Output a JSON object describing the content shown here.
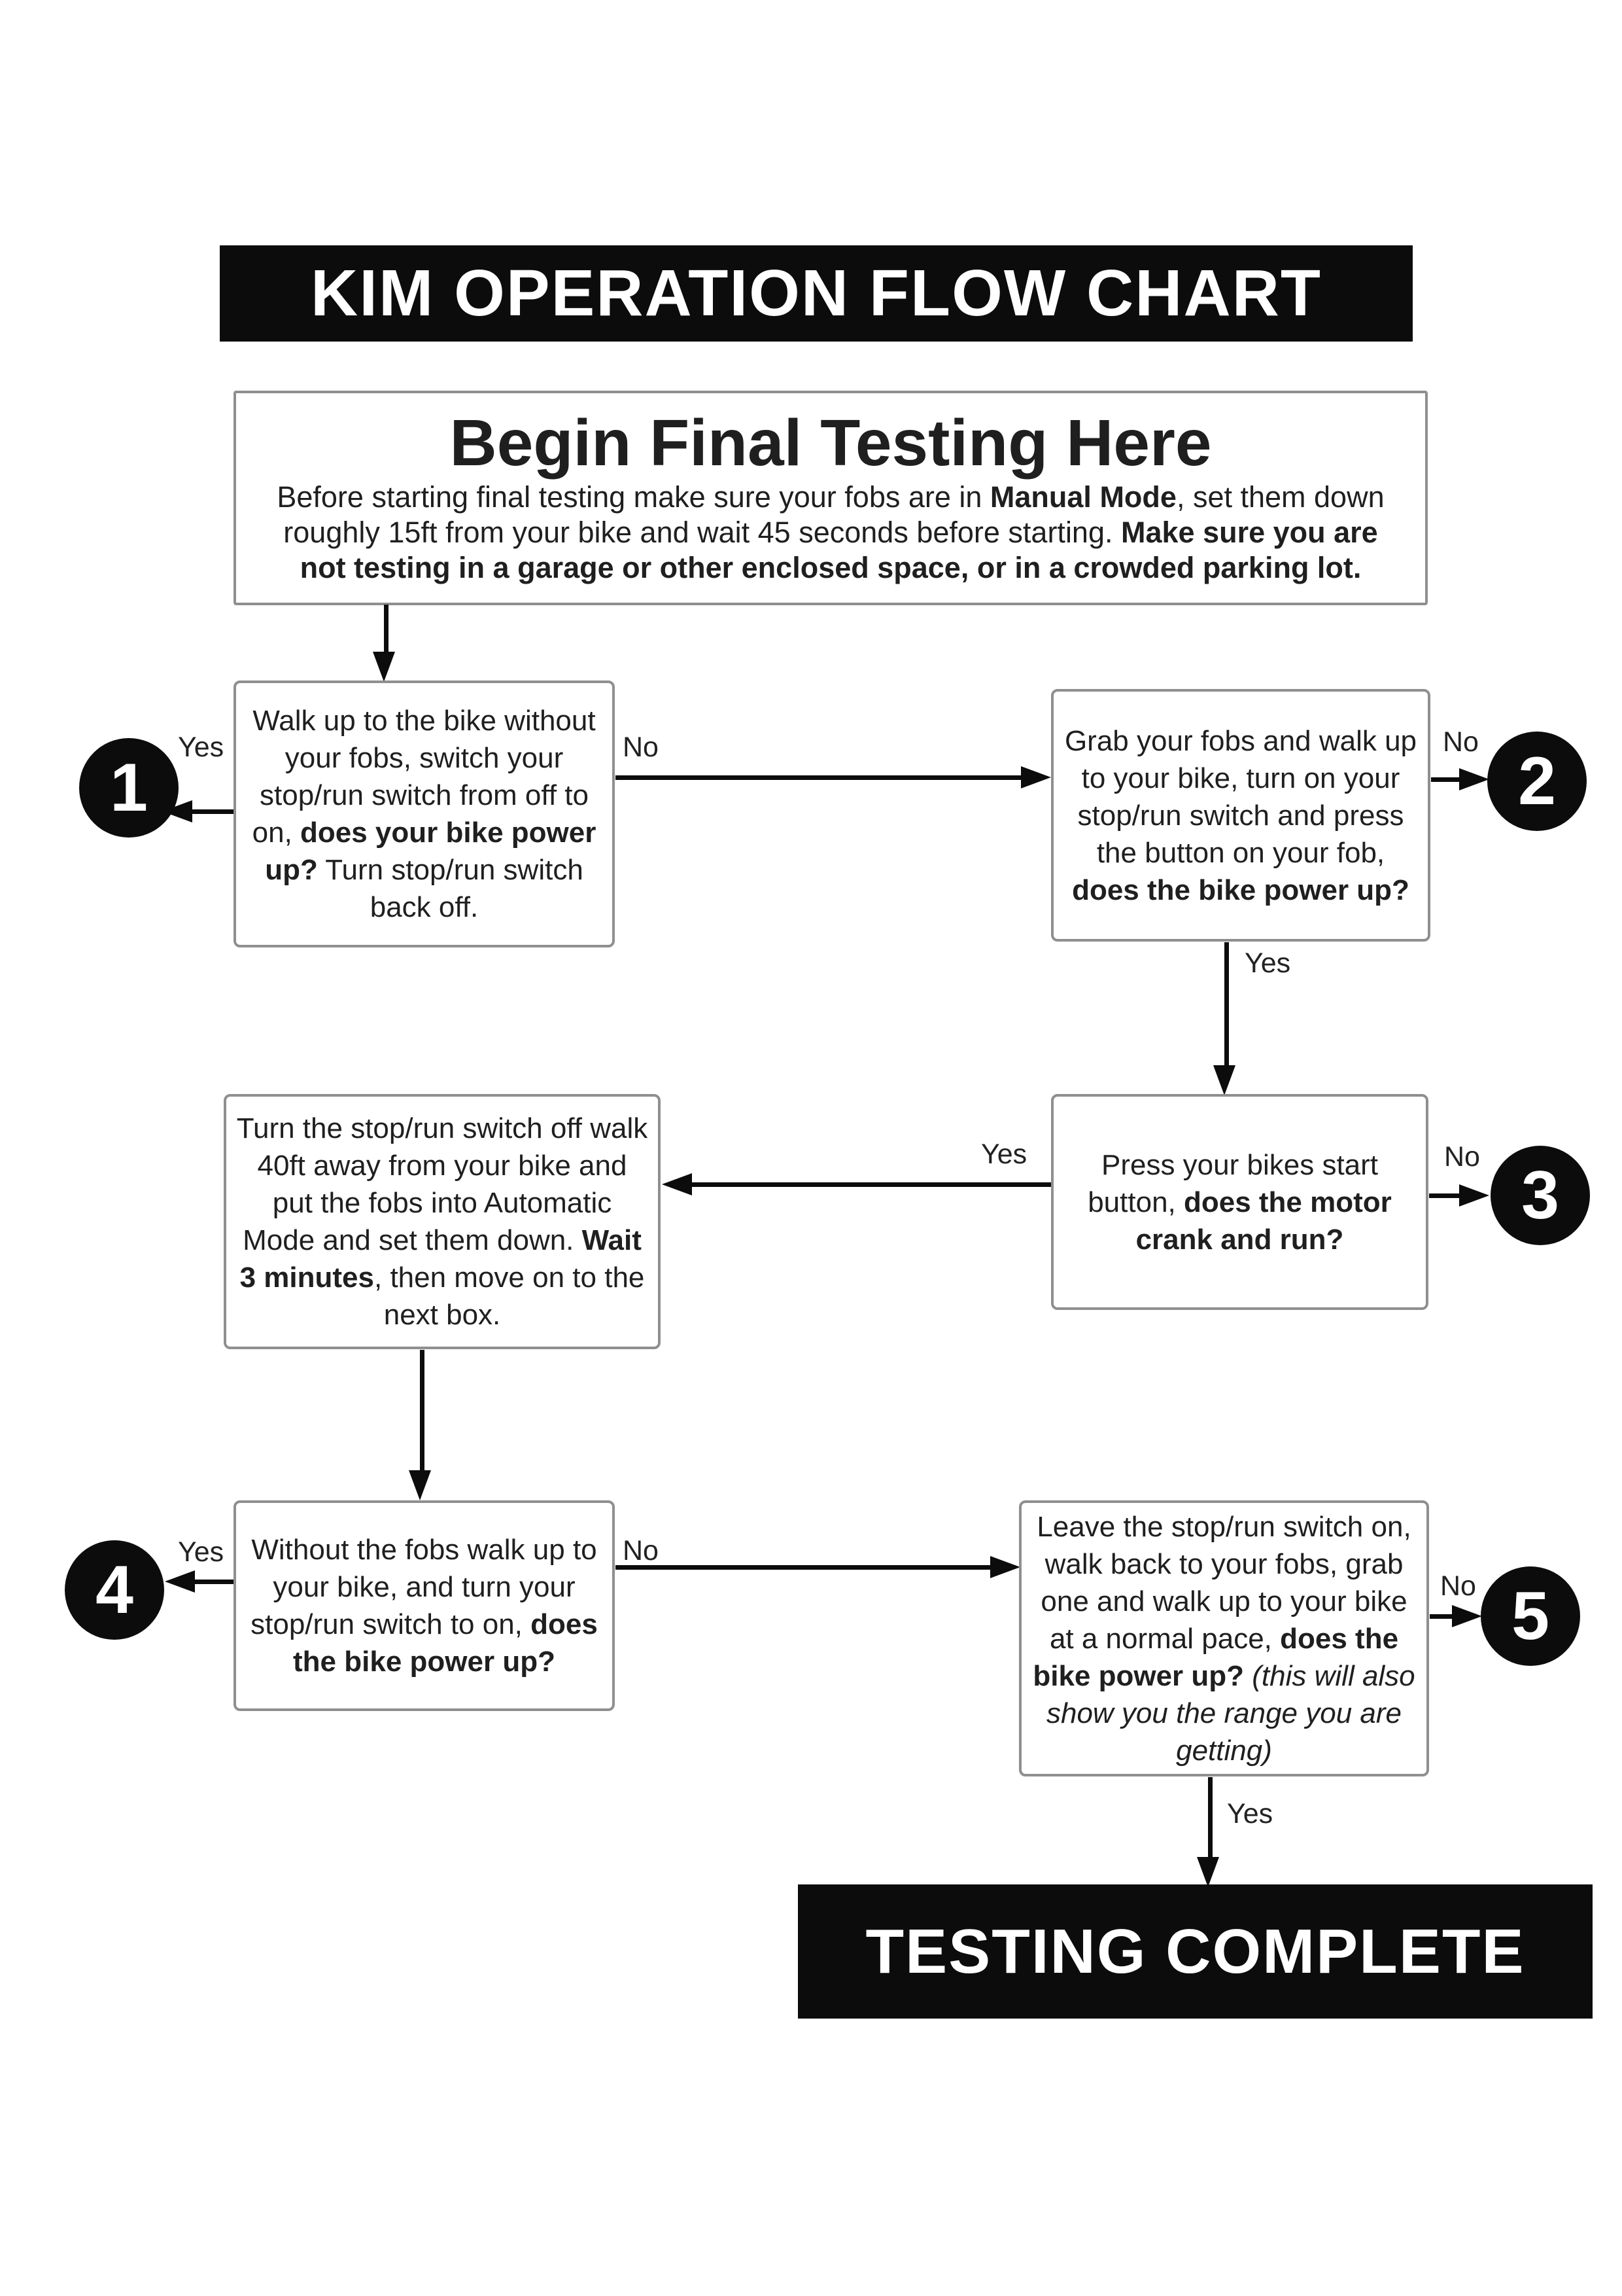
{
  "title": "KIM OPERATION FLOW CHART",
  "start_box": {
    "heading": "Begin Final Testing Here",
    "s1": "Before starting final testing make sure your fobs are in ",
    "s2_bold": "Manual Mode",
    "s3": ", set them down roughly 15ft from your bike and wait 45 seconds before starting. ",
    "s4_bold": "Make sure you are not testing in a garage or other enclosed space, or in a crowded parking lot."
  },
  "step1": {
    "s1": "Walk up to the bike without your fobs, switch your stop/run switch from off to on, ",
    "s2_bold": "does your bike power up?",
    "s3": " Turn stop/run switch back off."
  },
  "step2": {
    "s1": "Grab your fobs and walk up to your bike, turn on your stop/run switch and press the button on your fob, ",
    "s2_bold": "does the bike power up?"
  },
  "step3": {
    "s1": "Turn the stop/run switch off walk 40ft away from your bike and put the fobs into Automatic Mode and set them down. ",
    "s2_bold": "Wait 3 minutes",
    "s3": ", then move on to the next box."
  },
  "step4": {
    "s1": "Press your bikes start button, ",
    "s2_bold": "does the motor crank and run?"
  },
  "step5": {
    "s1": "Without the fobs walk up to your bike, and turn your stop/run switch to on, ",
    "s2_bold": "does the bike power up?"
  },
  "step6": {
    "s1": "Leave the stop/run switch on, walk back to your fobs, grab one and walk up to your bike at a normal pace, ",
    "s2_bold": "does the bike power up? ",
    "s3_italic": "(this will also show you the range you are getting)"
  },
  "edges": {
    "yes": "Yes",
    "no": "No"
  },
  "circles": {
    "c1": "1",
    "c2": "2",
    "c3": "3",
    "c4": "4",
    "c5": "5"
  },
  "complete": "TESTING COMPLETE",
  "colors": {
    "ink": "#0c0c0c",
    "box_border": "#8f8f8f",
    "text": "#1f1f1f",
    "background": "#ffffff"
  }
}
